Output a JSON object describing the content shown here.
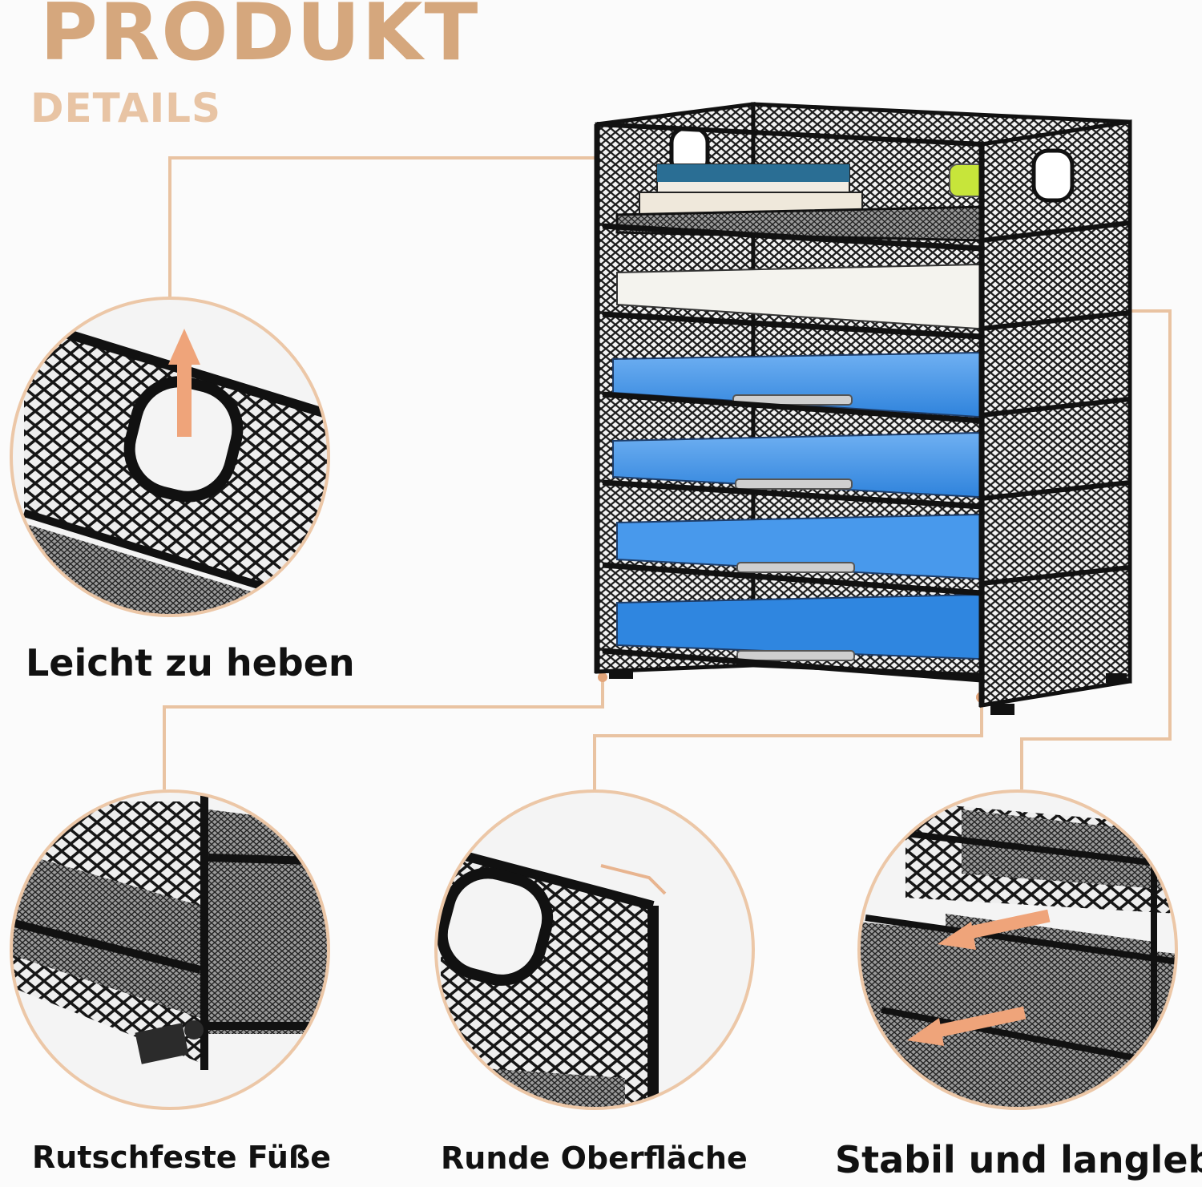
{
  "header": {
    "title": "PRODUKT",
    "subtitle": "DETAILS"
  },
  "features": [
    {
      "caption": "Leicht zu heben",
      "icon": "lift-handle-detail"
    },
    {
      "caption": "Rutschfeste Füße",
      "icon": "anti-slip-feet-detail"
    },
    {
      "caption": "Runde Oberfläche",
      "icon": "rounded-surface-detail"
    },
    {
      "caption": "Stabil und langlebig",
      "icon": "sturdy-shelves-detail"
    }
  ],
  "colors": {
    "accent": "#d5a77d",
    "accent_light": "#e8c4a4",
    "connector": "#e9c3a2",
    "metal": "#1f1f1f",
    "tray_blue": "#3d8ee0"
  }
}
